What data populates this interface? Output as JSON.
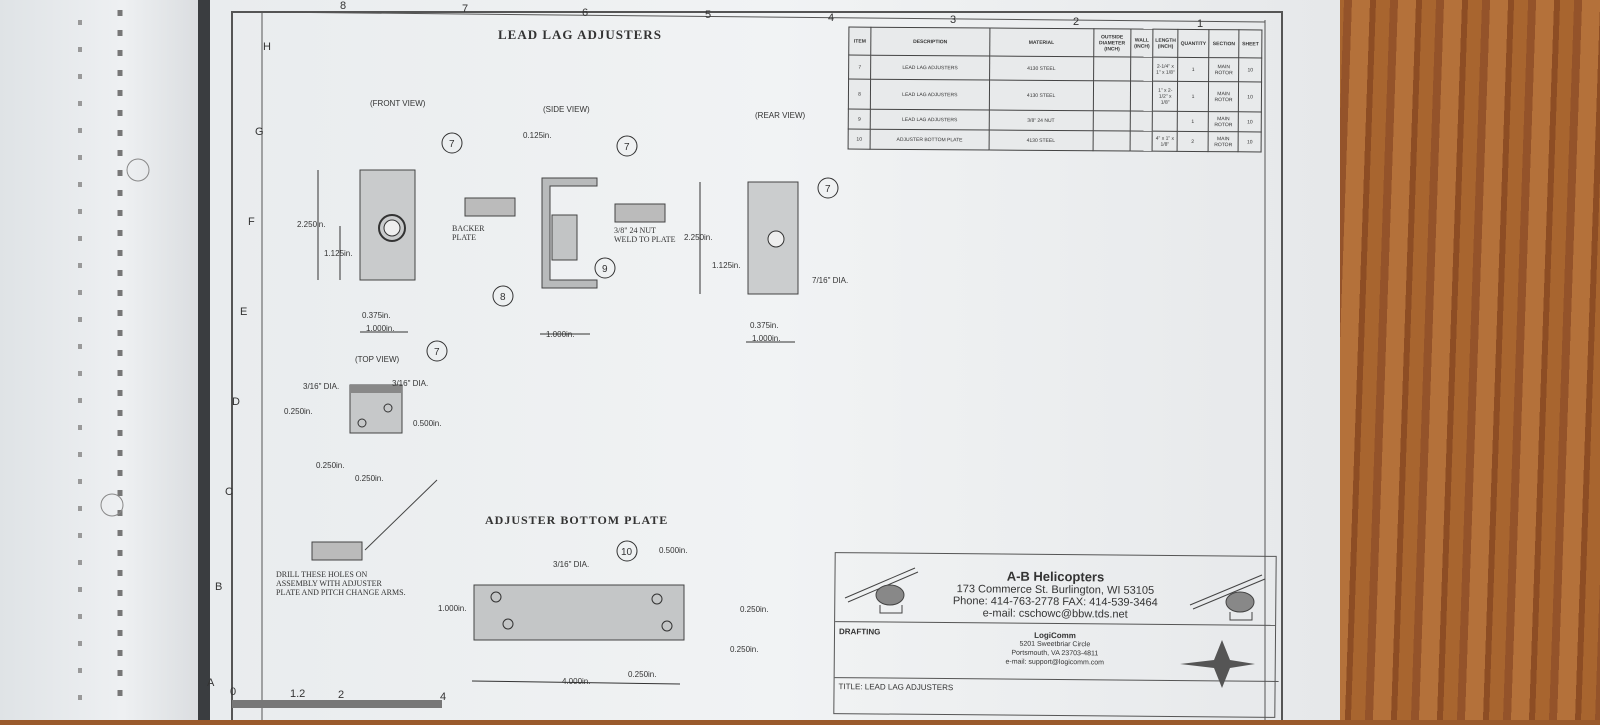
{
  "drawing": {
    "title": "LEAD LAG ADJUSTERS",
    "views": {
      "front": "(FRONT VIEW)",
      "side": "(SIDE VIEW)",
      "rear": "(REAR VIEW)",
      "top": "(TOP VIEW)"
    },
    "bottom_plate_title": "ADJUSTER BOTTOM PLATE",
    "col_markers": [
      "8",
      "7",
      "6",
      "5",
      "4",
      "3",
      "2",
      "1"
    ],
    "row_markers": [
      "H",
      "G",
      "F",
      "E",
      "D",
      "C",
      "B",
      "A"
    ],
    "dims": {
      "d2250": "2.250in.",
      "d1125": "1.125in.",
      "d0375": "0.375in.",
      "d1000": "1.000in.",
      "d0125": "0.125in.",
      "d0250": "0.250in.",
      "d0500": "0.500in.",
      "d4000": "4.000in.",
      "hole316": "3/16\" DIA.",
      "hole716": "7/16\" DIA.",
      "backer": "BACKER PLATE",
      "nut": "3/8\" 24 NUT WELD TO PLATE",
      "drill_note": "DRILL THESE HOLES ON ASSEMBLY WITH ADJUSTER PLATE AND PITCH CHANGE ARMS."
    },
    "balloons": [
      "7",
      "8",
      "9",
      "10"
    ],
    "scale_labels": [
      "0",
      "1.2",
      "2",
      "4"
    ]
  },
  "bom": {
    "headers": [
      "ITEM",
      "DESCRIPTION",
      "MATERIAL",
      "OUTSIDE DIAMETER (INCH)",
      "WALL (INCH)",
      "LENGTH (INCH)",
      "QUANTITY",
      "SECTION",
      "SHEET"
    ],
    "rows": [
      [
        "7",
        "LEAD LAG ADJUSTERS",
        "4130 STEEL",
        "",
        "",
        "2-1/4\" x 1\" x 1/8\"",
        "1",
        "MAIN ROTOR",
        "10"
      ],
      [
        "8",
        "LEAD LAG ADJUSTERS",
        "4130 STEEL",
        "",
        "",
        "1\" x 2-1/2\" x 1/8\"",
        "1",
        "MAIN ROTOR",
        "10"
      ],
      [
        "9",
        "LEAD LAG ADJUSTERS",
        "3/8\" 24 NUT",
        "",
        "",
        "",
        "1",
        "MAIN ROTOR",
        "10"
      ],
      [
        "10",
        "ADJUSTER BOTTOM PLATE",
        "4130 STEEL",
        "",
        "",
        "4\" x 1\" x 1/8\"",
        "2",
        "MAIN ROTOR",
        "10"
      ]
    ]
  },
  "title_block": {
    "company": "A-B Helicopters",
    "address": "173 Commerce St. Burlington, WI 53105",
    "phone": "Phone: 414-763-2778  FAX: 414-539-3464",
    "email": "e-mail: cschowc@bbw.tds.net",
    "drafting_label": "DRAFTING",
    "drafter": "LogiComm",
    "drafter_addr1": "5201 Sweetbriar Circle",
    "drafter_addr2": "Portsmouth, VA 23703-4811",
    "drafter_email": "e-mail: support@logicomm.com",
    "title_line": "TITLE:  LEAD LAG ADJUSTERS",
    "logo_text": "LogiComm"
  }
}
